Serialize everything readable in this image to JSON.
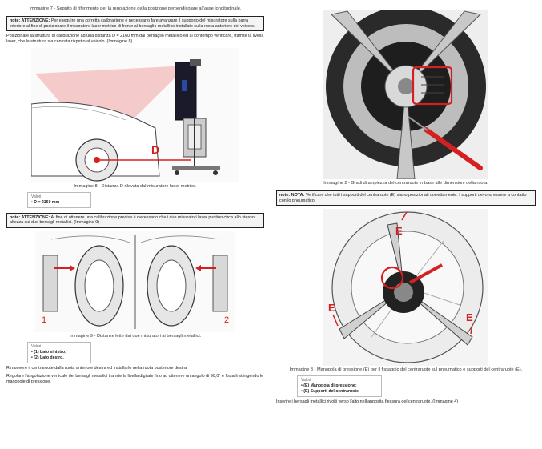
{
  "left": {
    "fig7_caption": "Immagine 7 - Seguito di riferimento per la regolazione della posizione perpendicolare all'asse longitudinale.",
    "note1_prefix": "note: ATTENZIONE:",
    "note1_text": "Per eseguire una corretta calibrazione è necessario fare avanzare il supporto del misuratore sulla barra inferiore al fine di posizionare il misuratore laser metrico di fronte al bersaglio metallico installato sulla ruota anteriore del veicolo.",
    "step1": "Posizionare la struttura di calibrazione ad una distanza D = 2160 mm dal bersaglio metallico ed al contempo verificare, tramite la livella laser, che la struttura sia centrata rispetto al veicolo. (Immagine 8)",
    "fig8_label_d": "D",
    "fig8_caption": "Immagine 8 - Distanza D rilevata dal misuratore laser metrico.",
    "fig8_values_header": "Valori",
    "fig8_value": "• D = 2160 mm",
    "note2_prefix": "note: ATTENZIONE:",
    "note2_text": "Al fine di ottenere una calibrazione precisa è necessario che i due misuratori laser puntino circa allo stesso altezza sui due bersagli metallici. (Immagine 9)",
    "fig9_label_1": "1",
    "fig9_label_2": "2",
    "fig9_caption": "Immagine 9 - Distanze lette dai due misuratori ai bersagli metallici.",
    "fig9_values_header": "Valori",
    "fig9_value_1": "• (1) Lato sinistro;",
    "fig9_value_2": "• (2) Lato destro.",
    "step2": "Rimuovere il centraruote dalla ruota anteriore destra ed installarlo nella ruota posteriore destra.",
    "step3": "Regolare l'angolazione verticale dei bersagli metallici tramite la livella digitale fino ad ottenere un angolo di 90,0° e fissarli stringendo le manopole di pressione."
  },
  "right": {
    "fig2_caption": "Immagine 2 - Gradi di ampiezza del centraruote in base alle dimensioni della ruota.",
    "note_prefix": "note: NOTA:",
    "note_text": "Verificare che tutti i supporti del centraruote (E) siano posizionati correttamente. I supporti devono essere a contatto con lo pneumatico.",
    "fig3_label_e": "E",
    "fig3_caption": "Immagine 3 - Manopola di pressione (E) per il fissaggio del centraruote sul pneumatico e supporti del centraruote (E).",
    "fig3_values_header": "Valori",
    "fig3_value_1": "• (E) Manopola di pressione;",
    "fig3_value_2": "• (E) Supporti del centraruote.",
    "step": "Inserire i bersagli metallici rivolti verso l'alto nell'apposita flessura del centraruote. (Immagine 4)"
  },
  "colors": {
    "laser": "#f0a0a0",
    "red_marker": "#d42020",
    "target_blue": "#1a3a8a",
    "dark": "#222222"
  }
}
